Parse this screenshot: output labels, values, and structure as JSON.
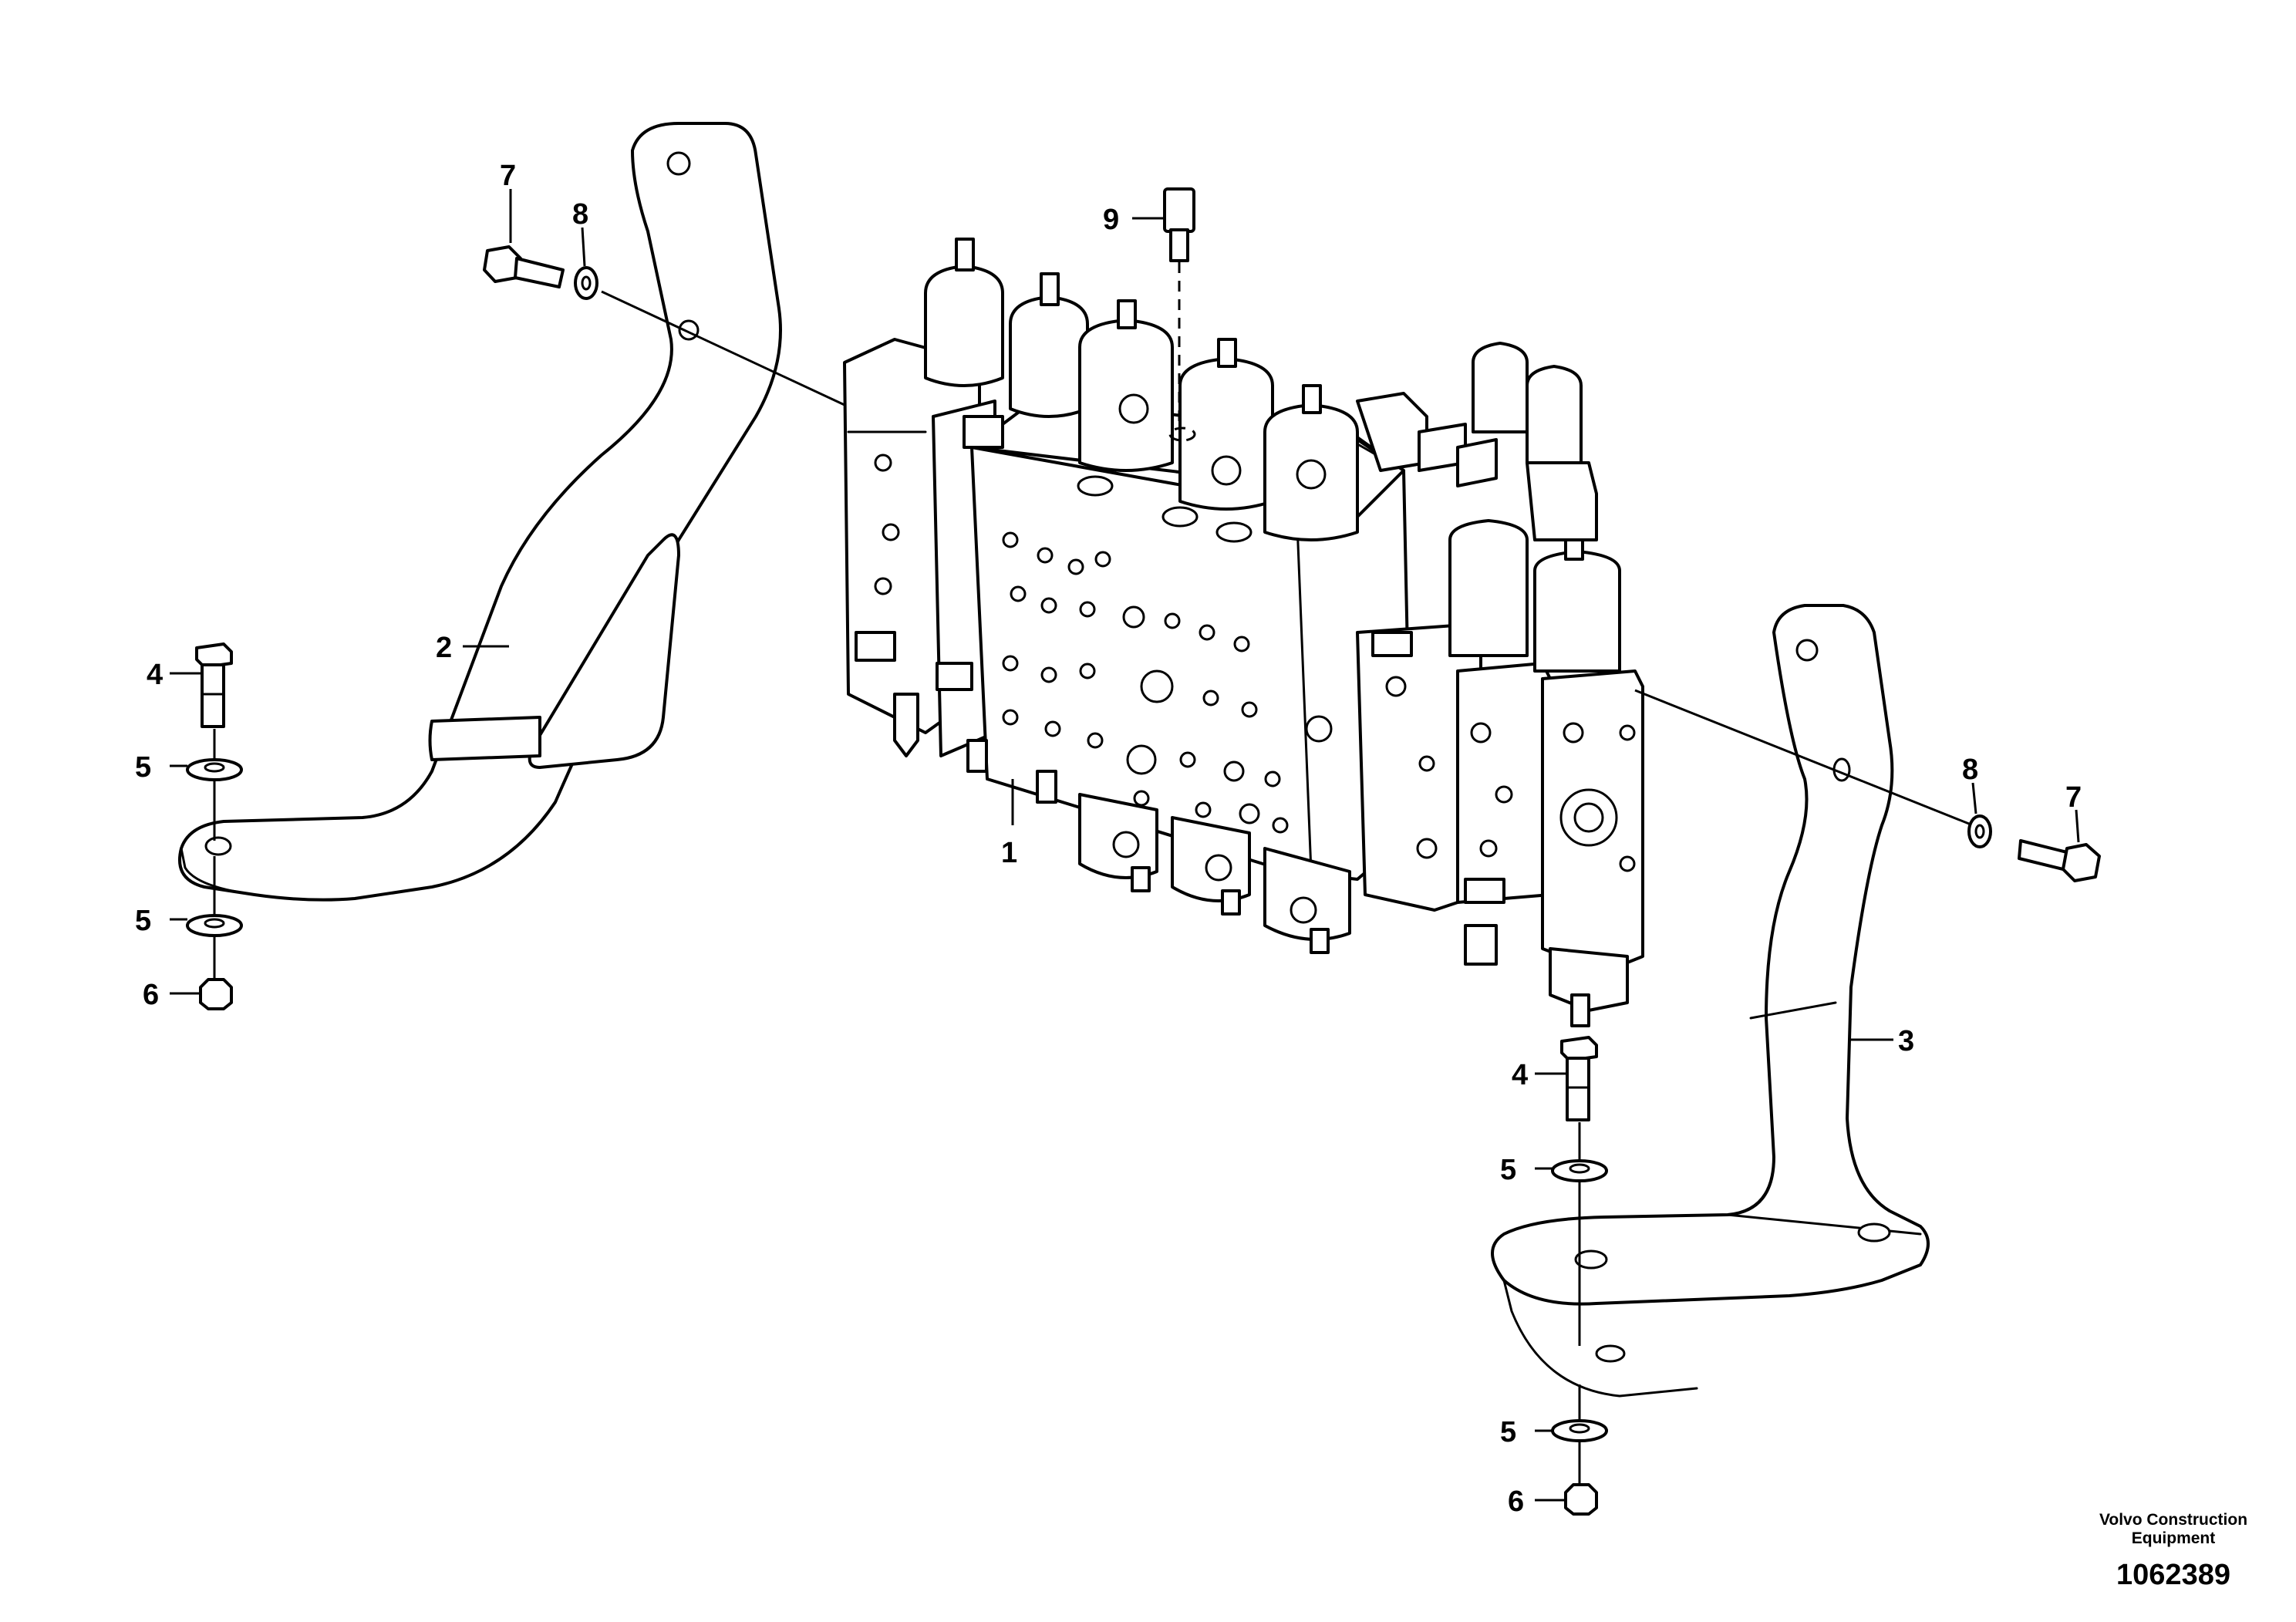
{
  "diagram": {
    "callouts": [
      {
        "id": "valve",
        "label": "1"
      },
      {
        "id": "bracket-left",
        "label": "2"
      },
      {
        "id": "bracket-right",
        "label": "3"
      },
      {
        "id": "bolt-left",
        "label": "4"
      },
      {
        "id": "bolt-right",
        "label": "4"
      },
      {
        "id": "washer-left-top",
        "label": "5"
      },
      {
        "id": "washer-left-bottom",
        "label": "5"
      },
      {
        "id": "washer-right-top",
        "label": "5"
      },
      {
        "id": "washer-right-bottom",
        "label": "5"
      },
      {
        "id": "nut-left",
        "label": "6"
      },
      {
        "id": "nut-right",
        "label": "6"
      },
      {
        "id": "screw-left",
        "label": "7"
      },
      {
        "id": "screw-right",
        "label": "7"
      },
      {
        "id": "washer-small-left",
        "label": "8"
      },
      {
        "id": "washer-small-right",
        "label": "8"
      },
      {
        "id": "plug",
        "label": "9"
      }
    ],
    "brand_line1": "Volvo Construction",
    "brand_line2": "Equipment",
    "doc_number": "1062389"
  }
}
